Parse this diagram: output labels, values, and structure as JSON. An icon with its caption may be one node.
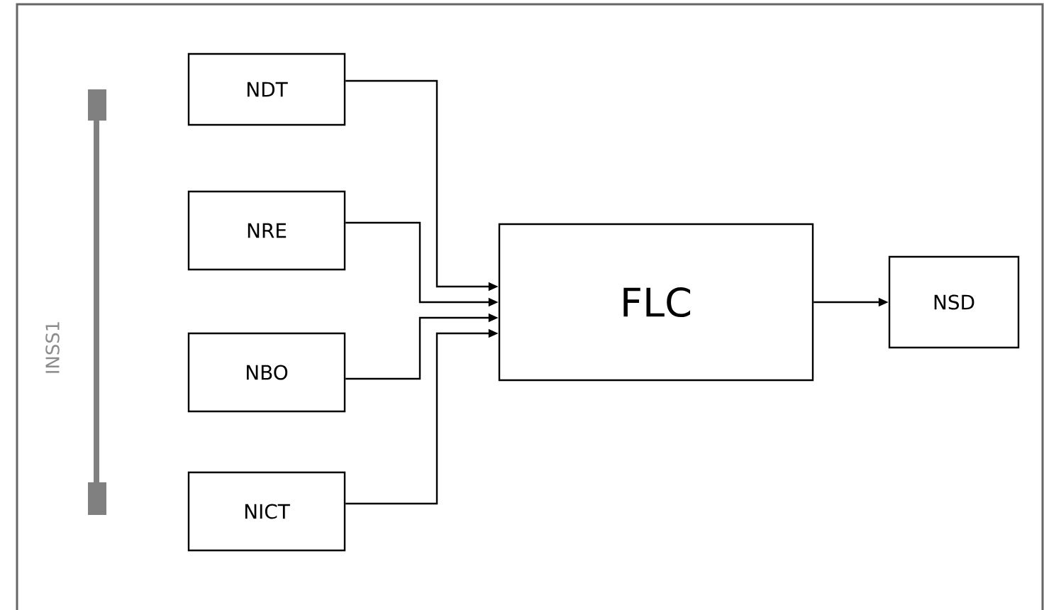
{
  "diagram": {
    "nodes": [
      {
        "text": [
          "NDT"
        ]
      },
      {
        "text": [
          "NRE"
        ]
      },
      {
        "text": [
          "NBO"
        ]
      },
      {
        "text": [
          "NICT"
        ]
      },
      {
        "text": [
          "FLC"
        ]
      },
      {
        "text": [
          "NSD"
        ]
      }
    ],
    "edges": [
      {
        "from": 0,
        "to": 4,
        "arrow": "to"
      },
      {
        "from": 1,
        "to": 4,
        "arrow": "to"
      },
      {
        "from": 2,
        "to": 4,
        "arrow": "to"
      },
      {
        "from": 3,
        "to": 4,
        "arrow": "to"
      },
      {
        "from": 4,
        "to": 5,
        "arrow": "to"
      }
    ],
    "labels": [
      "INSS1"
    ]
  }
}
